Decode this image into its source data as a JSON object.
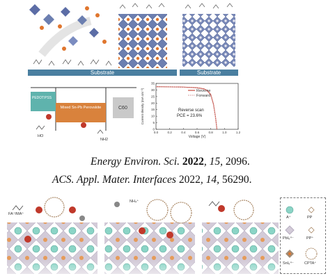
{
  "top_figure": {
    "substrate_label_1": "Substrate",
    "substrate_label_2": "Substrate",
    "band_labels": {
      "left": "PEDOT:PSS",
      "middle": "Mixed Sn-Pb Perovskite",
      "right": "C60"
    },
    "molecule_labels": [
      "HO",
      "NH2"
    ],
    "chart_data": {
      "type": "line",
      "xlabel": "Voltage (V)",
      "ylabel": "Current density (mA cm⁻²)",
      "xlim": [
        0.0,
        1.2
      ],
      "ylim": [
        0,
        35
      ],
      "xticks": [
        "0.0",
        "0.2",
        "0.4",
        "0.6",
        "0.8",
        "1.0",
        "1.2"
      ],
      "yticks": [
        "0",
        "5",
        "10",
        "15",
        "20",
        "25",
        "30",
        "35"
      ],
      "series": [
        {
          "name": "Reverse",
          "x": [
            0.0,
            0.2,
            0.4,
            0.6,
            0.7,
            0.75,
            0.8,
            0.84,
            0.87,
            0.89
          ],
          "y": [
            32.5,
            32.4,
            32.2,
            31.7,
            30.9,
            29.5,
            26.5,
            19.0,
            9.0,
            0.0
          ]
        },
        {
          "name": "Forward",
          "x": [
            0.0,
            0.2,
            0.4,
            0.6,
            0.7,
            0.75,
            0.8,
            0.84,
            0.87,
            0.89
          ],
          "y": [
            32.4,
            32.3,
            32.1,
            31.5,
            30.6,
            29.1,
            25.9,
            18.4,
            8.5,
            0.0
          ]
        }
      ],
      "annotation_1": "Reverse scan",
      "annotation_2": "PCE = 23.6%"
    }
  },
  "citations": {
    "cite1": {
      "journal": "Energy Environ. Sci.",
      "year": "2022",
      "volume": "15",
      "pages": "2096."
    },
    "cite2": {
      "journal": "ACS. Appl. Mater. Interfaces",
      "year": "2022",
      "volume": "14",
      "pages": "56290."
    }
  },
  "bottom_figure": {
    "ion_label_1": "FA⁺/MA⁺",
    "ion_label_2": "NH₄⁺",
    "legend": {
      "items": [
        "A⁺",
        "PP",
        "PbI₆⁴⁻",
        "PP⁺",
        "SnI₆⁴⁻",
        "CPTA⁺"
      ]
    }
  },
  "colors": {
    "substrate": "#4a7fa0",
    "octahedron": "#6c7fb0",
    "octahedron_light": "#a9b6d8",
    "cation": "#e0762e",
    "pedot": "#5fb3ad",
    "perovskite_band": "#d9823c",
    "c60": "#c9c9c9",
    "reverse": "#c0392b",
    "forward": "#d9a0a0",
    "teal_ion": "#8bd4c6",
    "red_ion": "#c0392b"
  }
}
